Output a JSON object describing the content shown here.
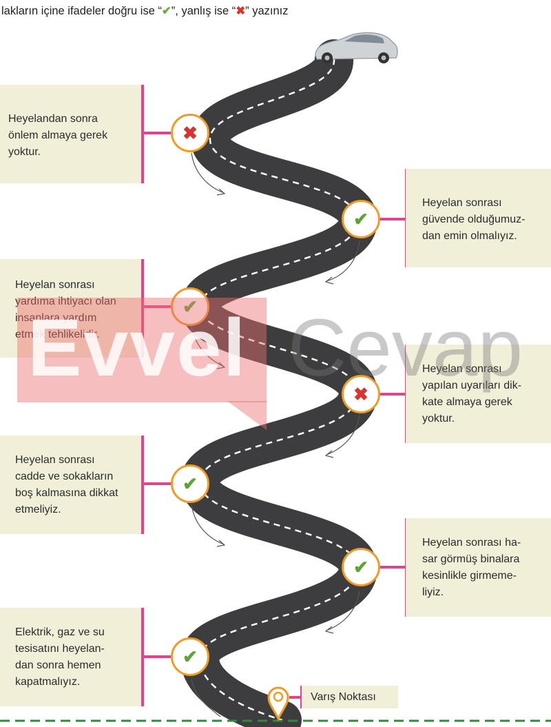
{
  "instruction": {
    "text_before": "lakların içine ifadeler doğru ise “",
    "check_symbol": "✔",
    "text_middle": "”, yanlış ise “",
    "cross_symbol": "✖",
    "text_after": "” yazınız"
  },
  "statements": [
    {
      "text": "Heyelandan sonra\nönlem almaya gerek\nyoktur.",
      "answer": "✖",
      "answer_type": "cross",
      "side": "left"
    },
    {
      "text": "Heyelan sonrası\ngüvende olduğumuz-\ndan emin olmalıyız.",
      "answer": "✔",
      "answer_type": "check",
      "side": "right"
    },
    {
      "text": "Heyelan sonrası\nyardıma ihtiyacı olan\ninsanlara yardım\netmek tehlikelidir.",
      "answer": "✔",
      "answer_type": "check",
      "side": "left"
    },
    {
      "text": "Heyelan sonrası\nyapılan uyarıları dik-\nkate almaya gerek\nyoktur.",
      "answer": "✖",
      "answer_type": "cross",
      "side": "right"
    },
    {
      "text": "Heyelan sonrası\ncadde ve sokakların\nboş kalmasına dikkat\netmeliyiz.",
      "answer": "✔",
      "answer_type": "check",
      "side": "left"
    },
    {
      "text": "Heyelan sonrası ha-\nsar görmüş binalara\nkesinlikle girmeme-\nliyiz.",
      "answer": "✔",
      "answer_type": "check",
      "side": "right"
    },
    {
      "text": "Elektrik, gaz ve su\ntesisatını heyelan-\ndan sonra hemen\nkapatmalıyız.",
      "answer": "✔",
      "answer_type": "check",
      "side": "left"
    }
  ],
  "destination": {
    "label": "Varış Noktası",
    "icon": "location-pin-icon"
  },
  "watermark": {
    "left": "Evvel",
    "right": "Cevap"
  },
  "colors": {
    "road": "#3d3d3f",
    "card": "#f2efd9",
    "connector": "#e0448f",
    "ring": "#f39a24",
    "check": "#5fa238",
    "cross": "#d6342c",
    "finish_line": "#2f8a3a",
    "car": "#cfd3d6"
  }
}
